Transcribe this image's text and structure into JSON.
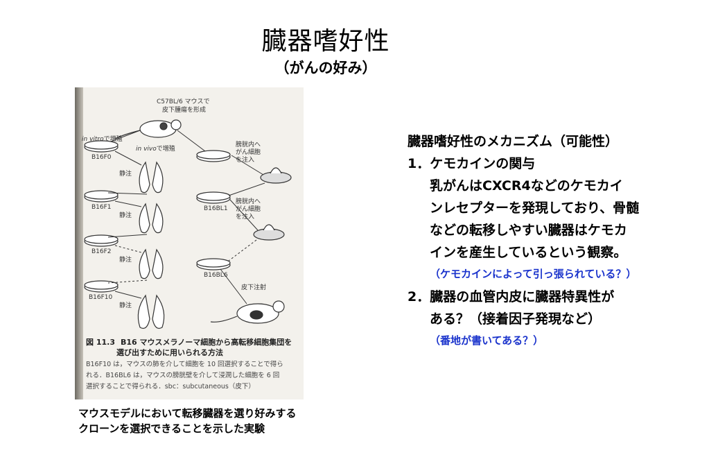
{
  "slide": {
    "title": "臓器嗜好性",
    "subtitle": "（がんの好み）",
    "figure": {
      "labels": {
        "mouse_top_1": "C57BL/6 マウスで",
        "mouse_top_2": "皮下腫瘍を形成",
        "in_vitro": "in vitro",
        "in_vitro_suffix": "で増殖",
        "in_vivo": "in vivo",
        "in_vivo_suffix": "で増殖",
        "b16f0": "B16F0",
        "b16f1": "B16F1",
        "b16f2": "B16F2",
        "b16f10": "B16F10",
        "b16bl1": "B16BL1",
        "b16bl6": "B16BL6",
        "iv_1": "静注",
        "iv_2": "静注",
        "iv_3": "静注",
        "iv_4": "静注",
        "bladder_1_a": "膀胱内へ",
        "bladder_1_b": "がん細胞",
        "bladder_1_c": "を注入",
        "bladder_2_a": "膀胱内へ",
        "bladder_2_b": "がん細胞",
        "bladder_2_c": "を注入",
        "sc_injection": "皮下注射"
      },
      "caption_number": "図 11.3",
      "caption_title_1": "B16 マウスメラノーマ細胞から高転移細胞集団を",
      "caption_title_2": "選び出すために用いられる方法",
      "caption_body_1": "B16F10 は，マウスの肺を介して細胞を 10 回選択することで得ら",
      "caption_body_2": "れる．B16BL6 は，マウスの膀胱壁を介して浸潤した細胞を 6 回",
      "caption_body_3": "選択することで得られる．sbc：subcutaneous（皮下）"
    },
    "figure_caption_1": "マウスモデルにおいて転移臓器を選り好みする",
    "figure_caption_2": "クローンを選択できることを示した実験",
    "panel": {
      "heading": "臓器嗜好性のメカニズム（可能性）",
      "item1_title": "1．ケモカインの関与",
      "item1_lines": [
        "乳がんはCXCR4などのケモカイ",
        "ンレセプターを発現しており、骨髄",
        "などの転移しやすい臓器はケモカ",
        "インを産生しているという観察。"
      ],
      "item1_note": "（ケモカインによって引っ張られている？）",
      "item2_line1": "2．臓器の血管内皮に臓器特異性が",
      "item2_line2": "ある？（接着因子発現など）",
      "item2_note": "（番地が書いてある？）"
    }
  }
}
